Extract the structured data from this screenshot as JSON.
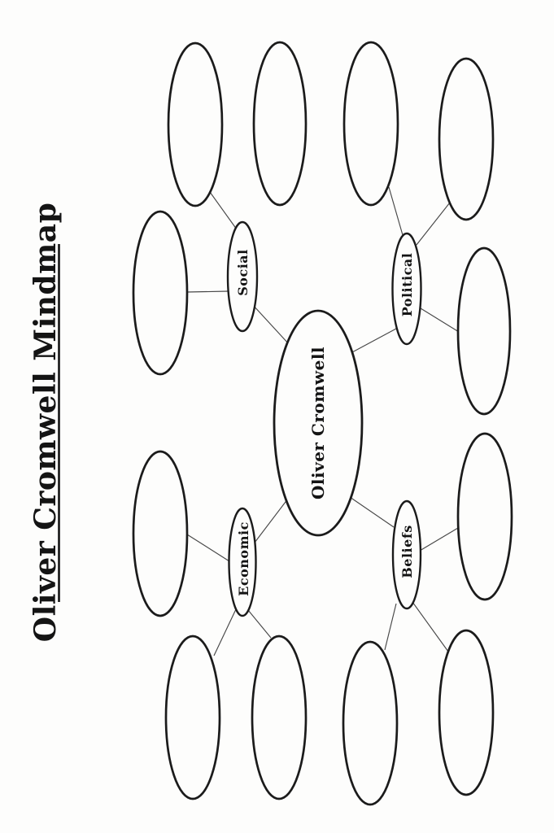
{
  "page": {
    "title": "Oliver Cromwell Mindmap"
  },
  "mindmap": {
    "center": {
      "label": "Oliver Cromwell"
    },
    "branches": [
      {
        "label": "Social"
      },
      {
        "label": "Political"
      },
      {
        "label": "Economic"
      },
      {
        "label": "Beliefs"
      }
    ],
    "empty_node_count": 12,
    "colors": {
      "paper": "#fdfdfc",
      "ink": "#1b1b1b",
      "connector": "#474747"
    }
  }
}
